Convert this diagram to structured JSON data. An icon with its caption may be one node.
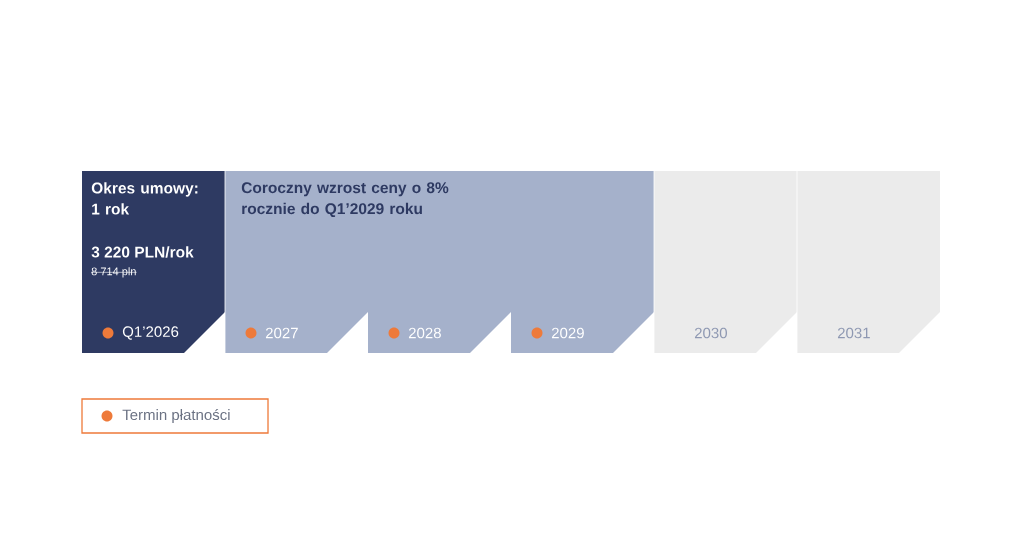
{
  "diagram": {
    "nodes": [
      {
        "text": [
          "Okres umowy: 1 rok",
          "3 220 PLN/rok",
          "8 714 pln",
          "Q1’2026"
        ]
      },
      {
        "text": [
          "2027"
        ]
      },
      {
        "text": [
          "2028"
        ]
      },
      {
        "text": [
          "2029"
        ]
      },
      {
        "text": [
          "2030"
        ]
      },
      {
        "text": [
          "2031"
        ]
      }
    ],
    "labels": [
      "Coroczny wzrost ceny o 8% rocznie do Q1’2029 roku"
    ],
    "legend": [
      {
        "text": "Termin płatności",
        "color": "#ee7a3a"
      }
    ]
  }
}
